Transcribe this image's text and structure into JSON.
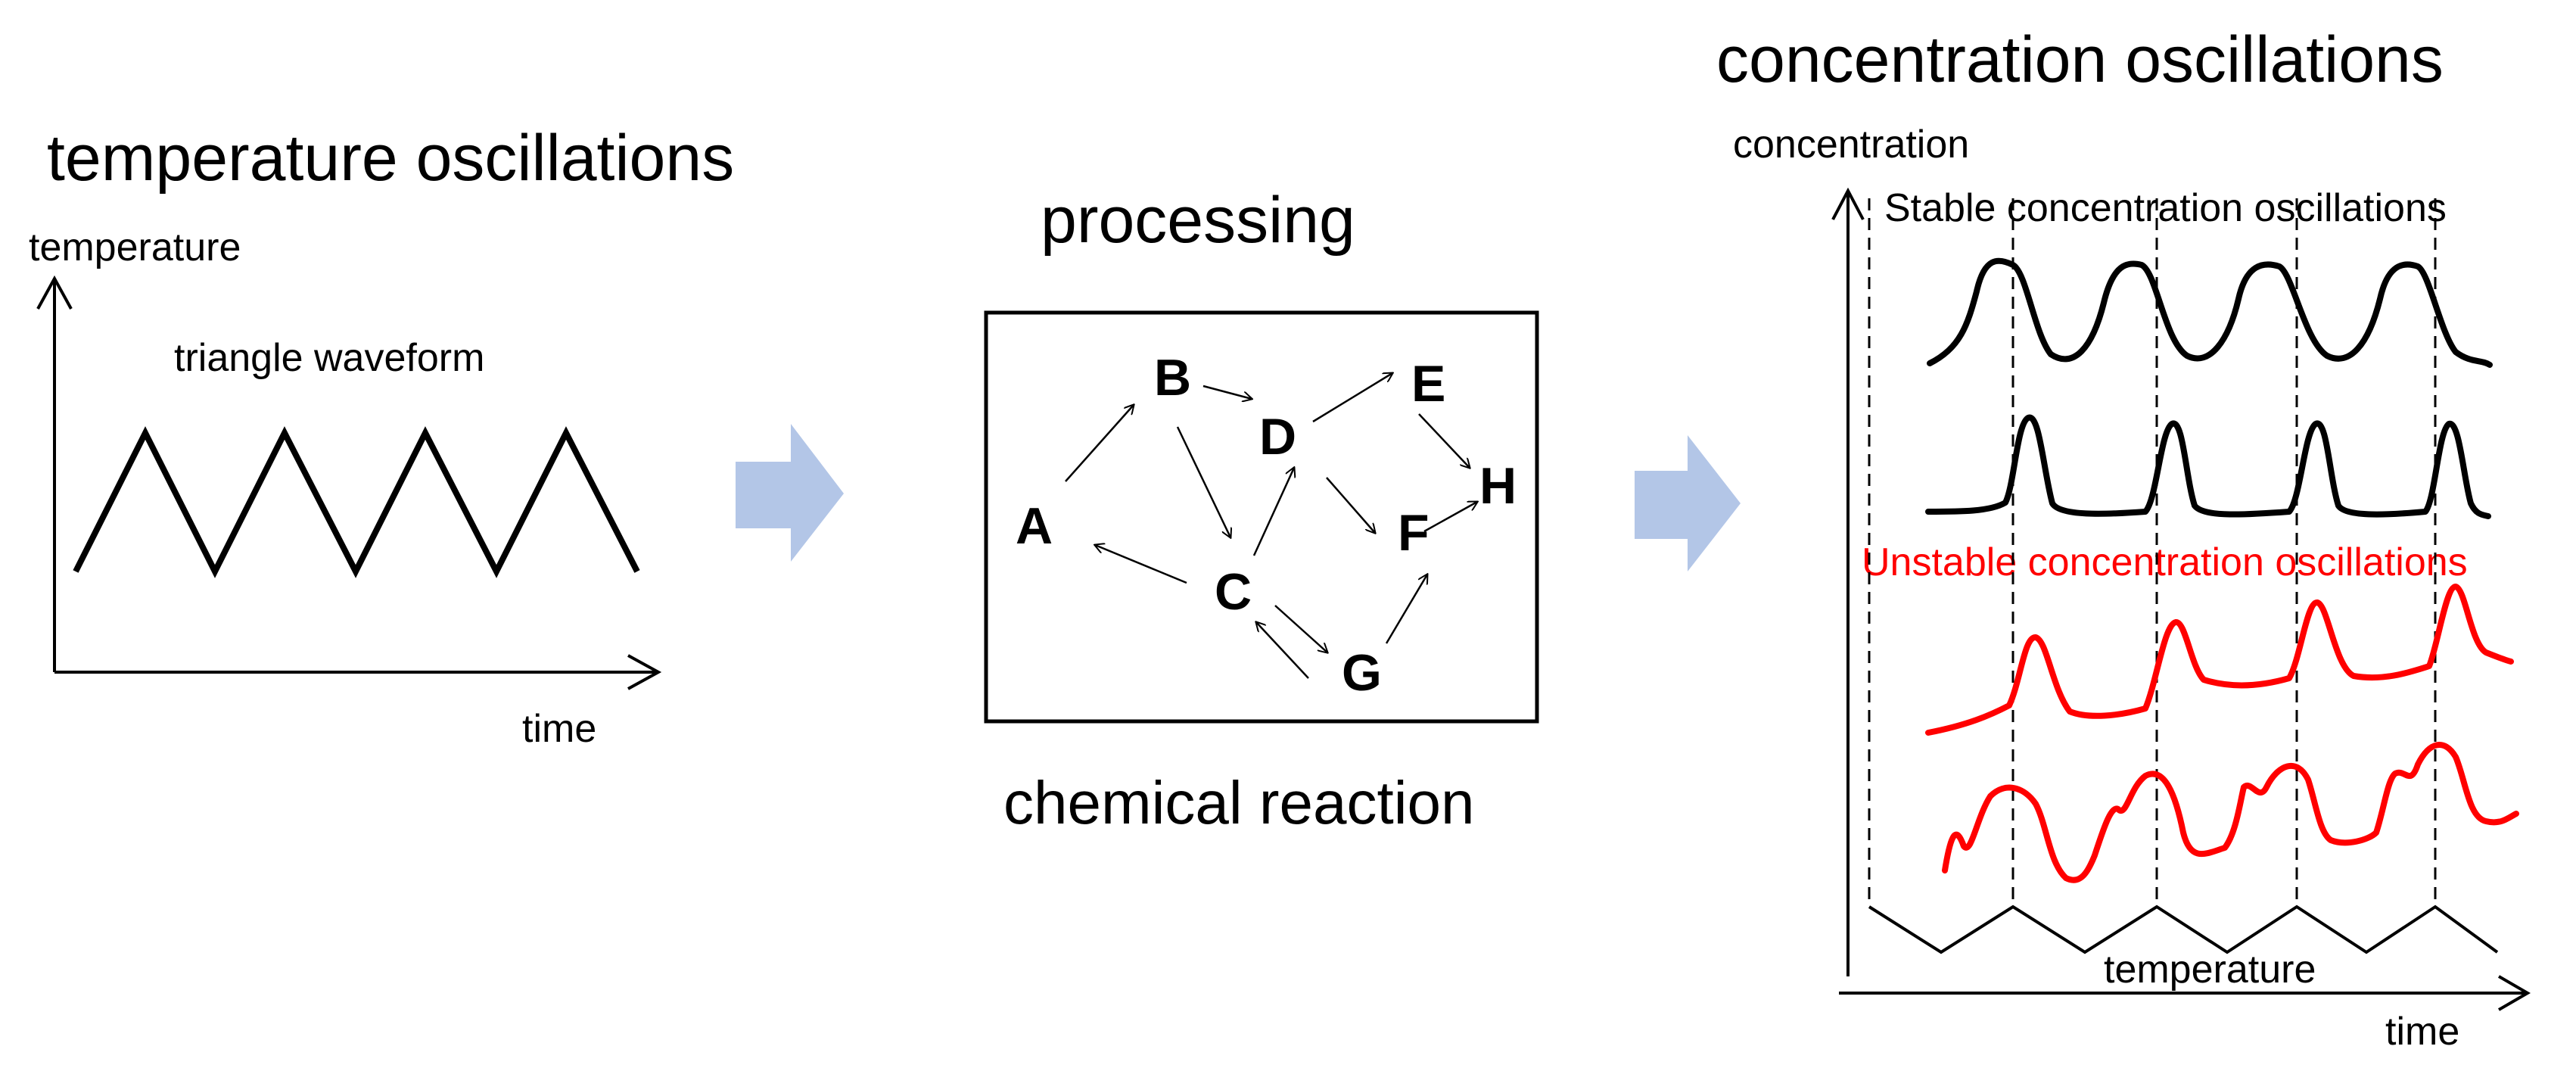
{
  "left_panel": {
    "title": "temperature oscillations",
    "y_axis_label": "temperature",
    "x_axis_label": "time",
    "waveform_label": "triangle waveform"
  },
  "middle_panel": {
    "title": "processing",
    "caption": "chemical reaction",
    "nodes": [
      "A",
      "B",
      "C",
      "D",
      "E",
      "F",
      "G",
      "H"
    ]
  },
  "right_panel": {
    "title": "concentration oscillations",
    "y_axis_label": "concentration",
    "x_axis_label": "time",
    "stable_label": "Stable concentration oscillations",
    "unstable_label": "Unstable concentration oscillations",
    "temperature_label": "temperature"
  },
  "colors": {
    "arrow_fill": "#b3c6e7",
    "stable": "#000000",
    "unstable": "#ff0000"
  }
}
